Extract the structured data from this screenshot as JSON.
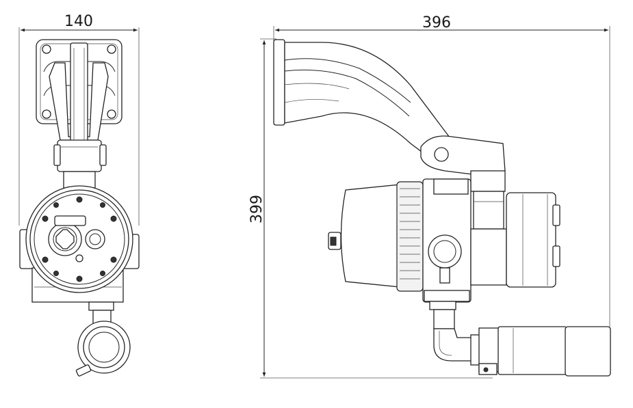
{
  "dimensions": {
    "front_width": "140",
    "side_length": "396",
    "height": "399"
  }
}
